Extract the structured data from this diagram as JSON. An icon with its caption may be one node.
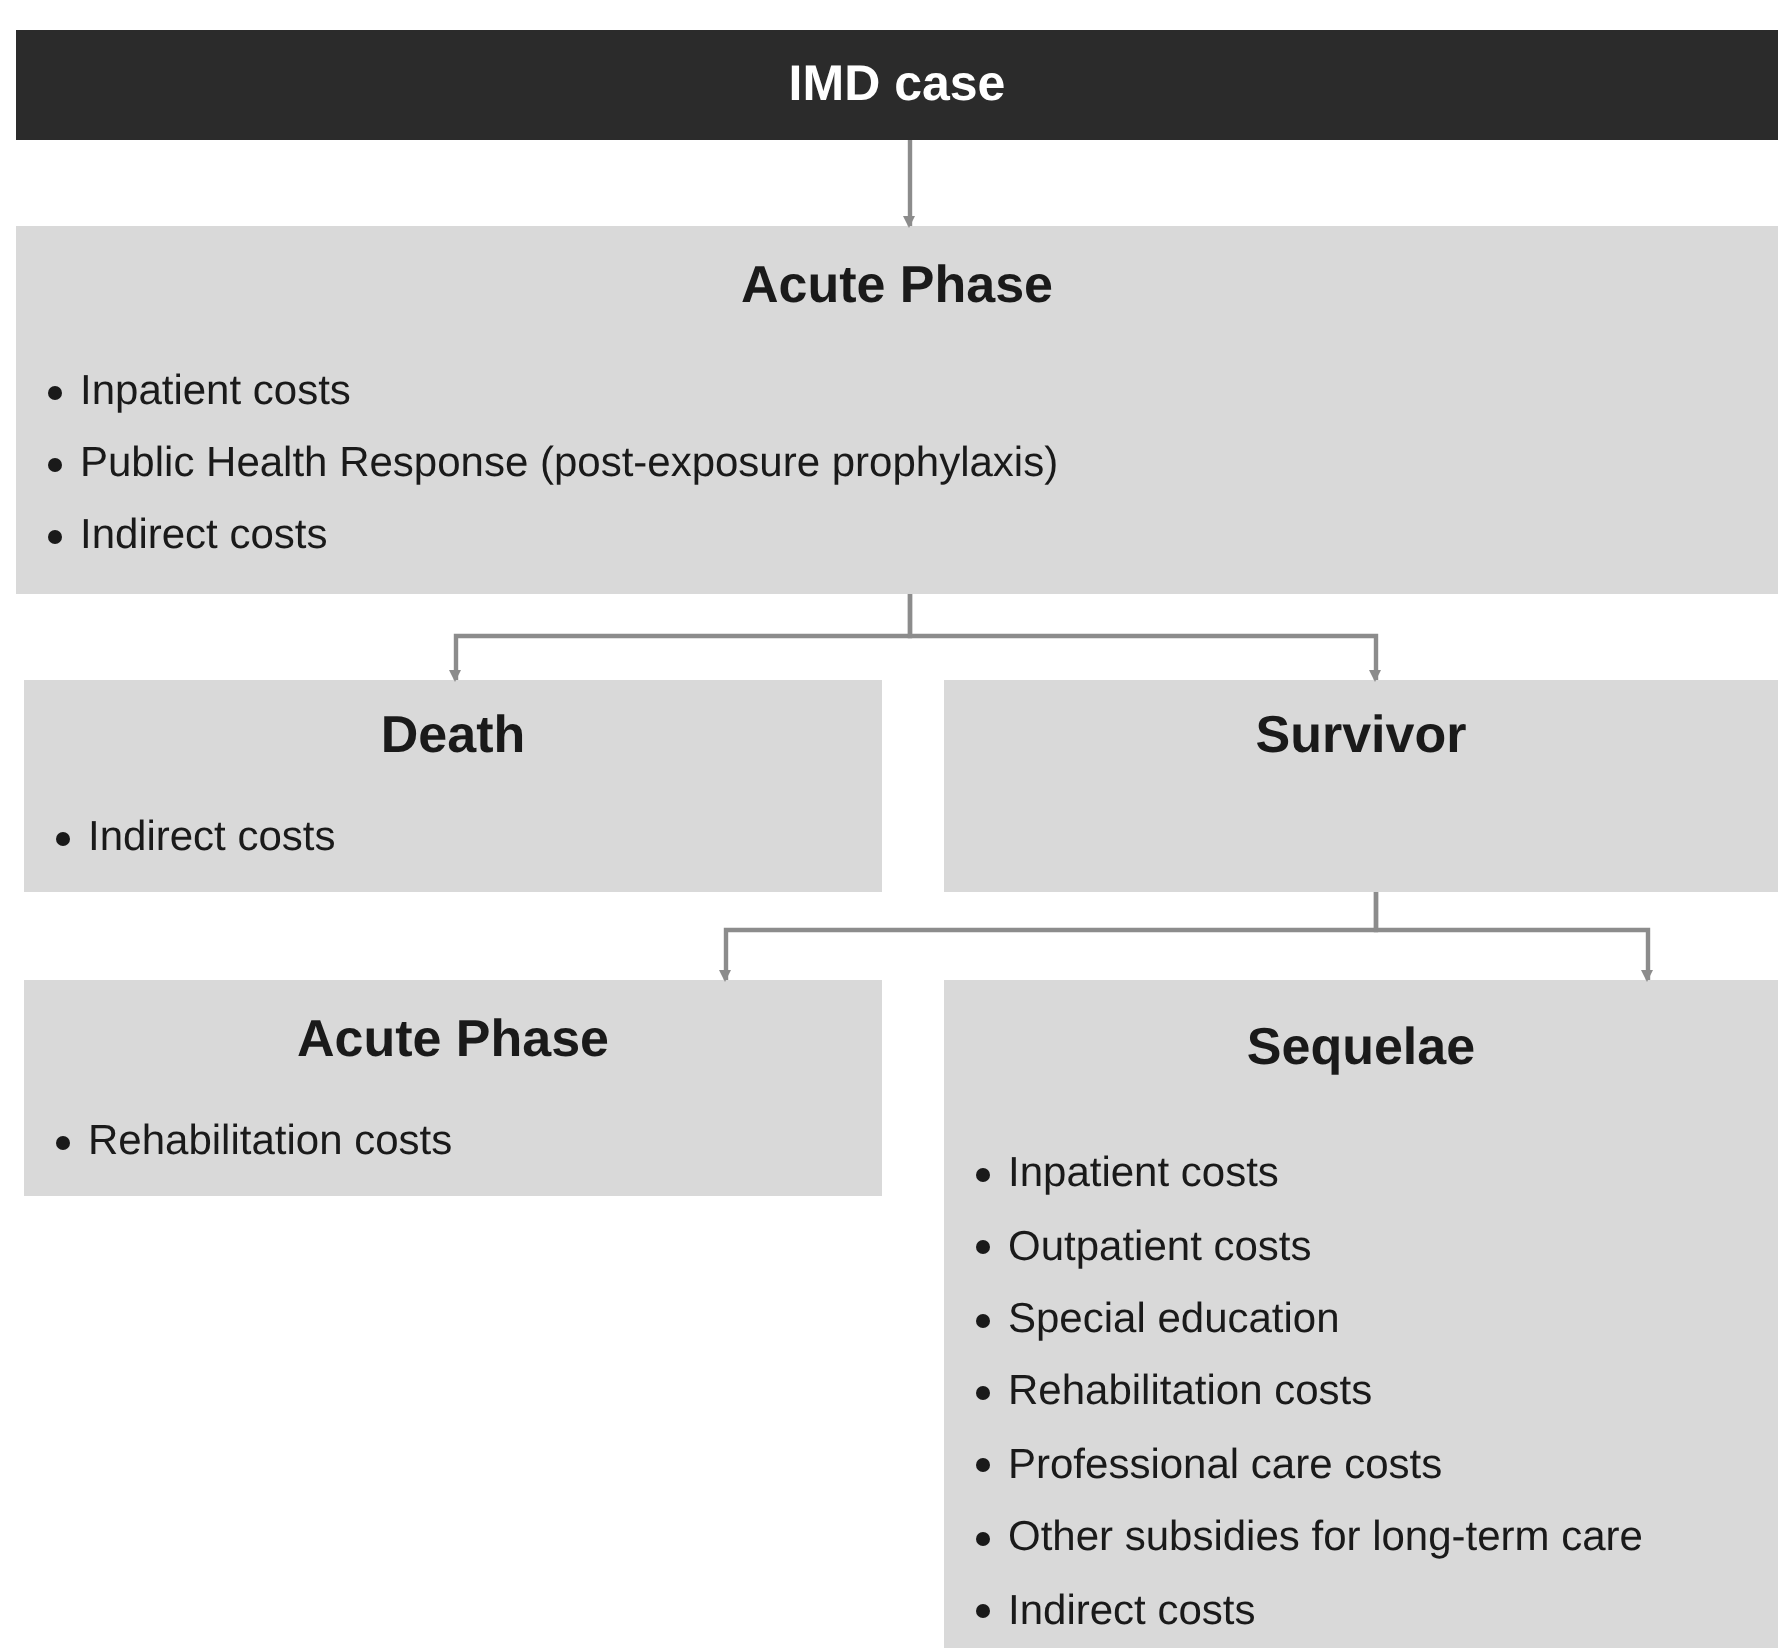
{
  "diagram": {
    "nodes": [
      {
        "text": [
          "IMD case"
        ]
      },
      {
        "text": [
          "Acute Phase",
          "Inpatient costs",
          "Public Health Response (post-exposure prophylaxis)",
          "Indirect costs"
        ]
      },
      {
        "text": [
          "Death",
          "Indirect costs"
        ]
      },
      {
        "text": [
          "Survivor"
        ]
      },
      {
        "text": [
          "Acute Phase",
          "Rehabilitation costs"
        ]
      },
      {
        "text": [
          "Sequelae",
          "Inpatient costs",
          "Outpatient costs",
          "Special education",
          "Rehabilitation costs",
          "Professional care costs",
          "Other subsidies for long-term care",
          "Indirect costs"
        ]
      }
    ],
    "edges": [
      {
        "from": 0,
        "to": 1,
        "arrow": "to"
      },
      {
        "from": 1,
        "to": 2,
        "arrow": "to"
      },
      {
        "from": 1,
        "to": 3,
        "arrow": "to"
      },
      {
        "from": 3,
        "to": 4,
        "arrow": "to"
      },
      {
        "from": 3,
        "to": 5,
        "arrow": "to"
      }
    ]
  }
}
